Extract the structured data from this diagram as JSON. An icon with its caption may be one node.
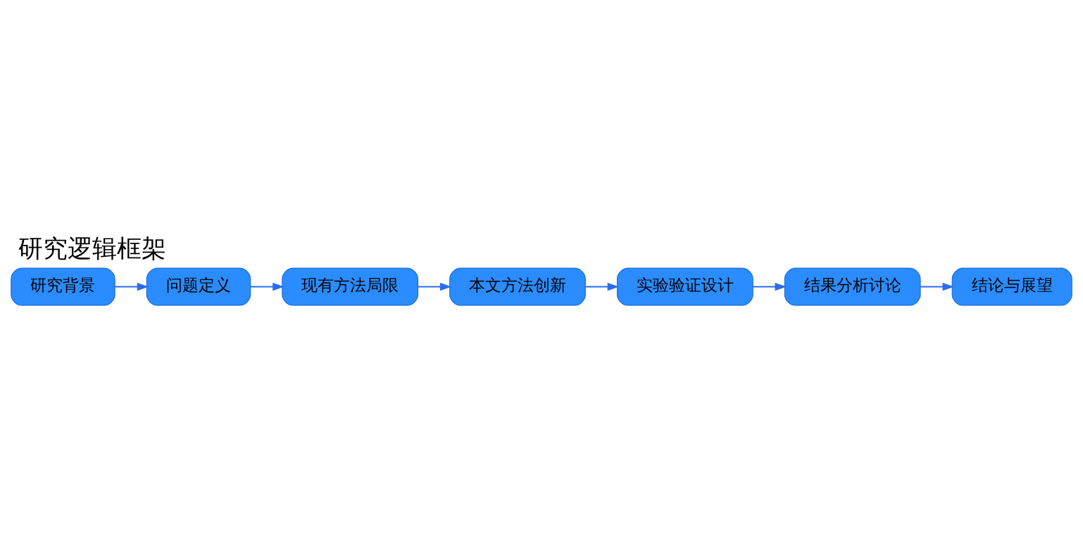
{
  "diagram": {
    "title": "研究逻辑框架",
    "nodes": [
      {
        "text": [
          "研究背景"
        ]
      },
      {
        "text": [
          "问题定义"
        ]
      },
      {
        "text": [
          "现有方法局限"
        ]
      },
      {
        "text": [
          "本文方法创新"
        ]
      },
      {
        "text": [
          "实验验证设计"
        ]
      },
      {
        "text": [
          "结果分析讨论"
        ]
      },
      {
        "text": [
          "结论与展望"
        ]
      }
    ],
    "edges": [
      {
        "from": 0,
        "to": 1,
        "arrow": "to"
      },
      {
        "from": 1,
        "to": 2,
        "arrow": "to"
      },
      {
        "from": 2,
        "to": 3,
        "arrow": "to"
      },
      {
        "from": 3,
        "to": 4,
        "arrow": "to"
      },
      {
        "from": 4,
        "to": 5,
        "arrow": "to"
      },
      {
        "from": 5,
        "to": 6,
        "arrow": "to"
      }
    ]
  }
}
